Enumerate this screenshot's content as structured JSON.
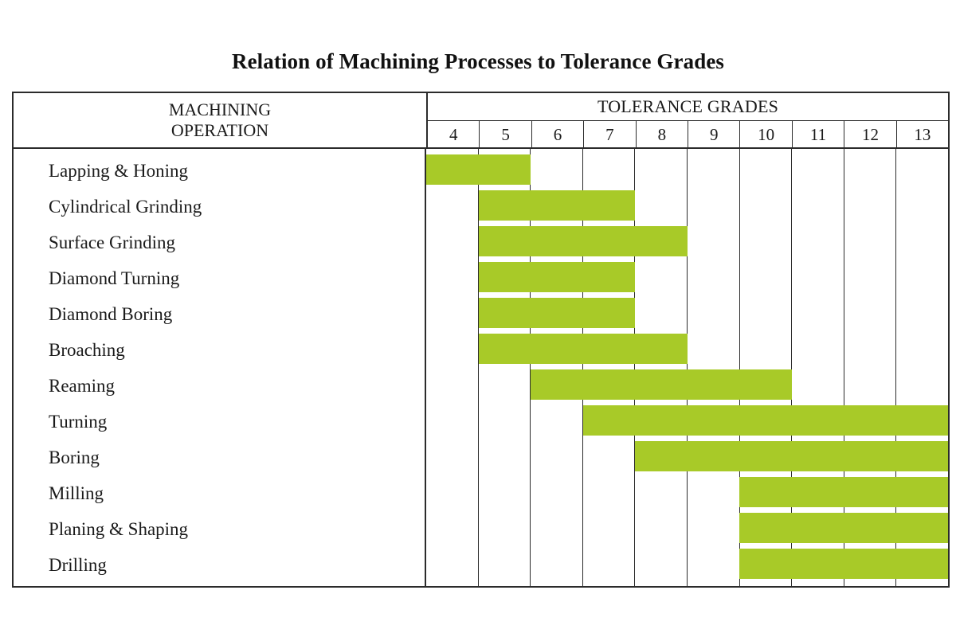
{
  "title": "Relation of Machining Processes to Tolerance Grades",
  "table": {
    "operation_header_line1": "MACHINING",
    "operation_header_line2": "OPERATION",
    "grades_header": "TOLERANCE GRADES"
  },
  "colors": {
    "bar": "#a8ca28",
    "border": "#2b2b2b",
    "background": "#ffffff",
    "text": "#1b1b1b"
  },
  "chart_data": {
    "type": "bar",
    "title": "Relation of Machining Processes to Tolerance Grades",
    "xlabel": "TOLERANCE GRADES",
    "ylabel": "MACHINING OPERATION",
    "orientation": "horizontal",
    "grid": true,
    "legend": "none",
    "categories": [
      "Lapping & Honing",
      "Cylindrical Grinding",
      "Surface Grinding",
      "Diamond Turning",
      "Diamond Boring",
      "Broaching",
      "Reaming",
      "Turning",
      "Boring",
      "Milling",
      "Planing & Shaping",
      "Drilling"
    ],
    "x_tick_labels": [
      "4",
      "5",
      "6",
      "7",
      "8",
      "9",
      "10",
      "11",
      "12",
      "13"
    ],
    "xlim": [
      4,
      14
    ],
    "ranges": [
      {
        "operation": "Lapping & Honing",
        "start_grade": 4,
        "end_grade": 5
      },
      {
        "operation": "Cylindrical Grinding",
        "start_grade": 5,
        "end_grade": 7
      },
      {
        "operation": "Surface Grinding",
        "start_grade": 5,
        "end_grade": 8
      },
      {
        "operation": "Diamond Turning",
        "start_grade": 5,
        "end_grade": 7
      },
      {
        "operation": "Diamond Boring",
        "start_grade": 5,
        "end_grade": 7
      },
      {
        "operation": "Broaching",
        "start_grade": 5,
        "end_grade": 8
      },
      {
        "operation": "Reaming",
        "start_grade": 6,
        "end_grade": 10
      },
      {
        "operation": "Turning",
        "start_grade": 7,
        "end_grade": 13
      },
      {
        "operation": "Boring",
        "start_grade": 8,
        "end_grade": 13
      },
      {
        "operation": "Milling",
        "start_grade": 10,
        "end_grade": 13
      },
      {
        "operation": "Planing & Shaping",
        "start_grade": 10,
        "end_grade": 13
      },
      {
        "operation": "Drilling",
        "start_grade": 10,
        "end_grade": 13
      }
    ]
  }
}
